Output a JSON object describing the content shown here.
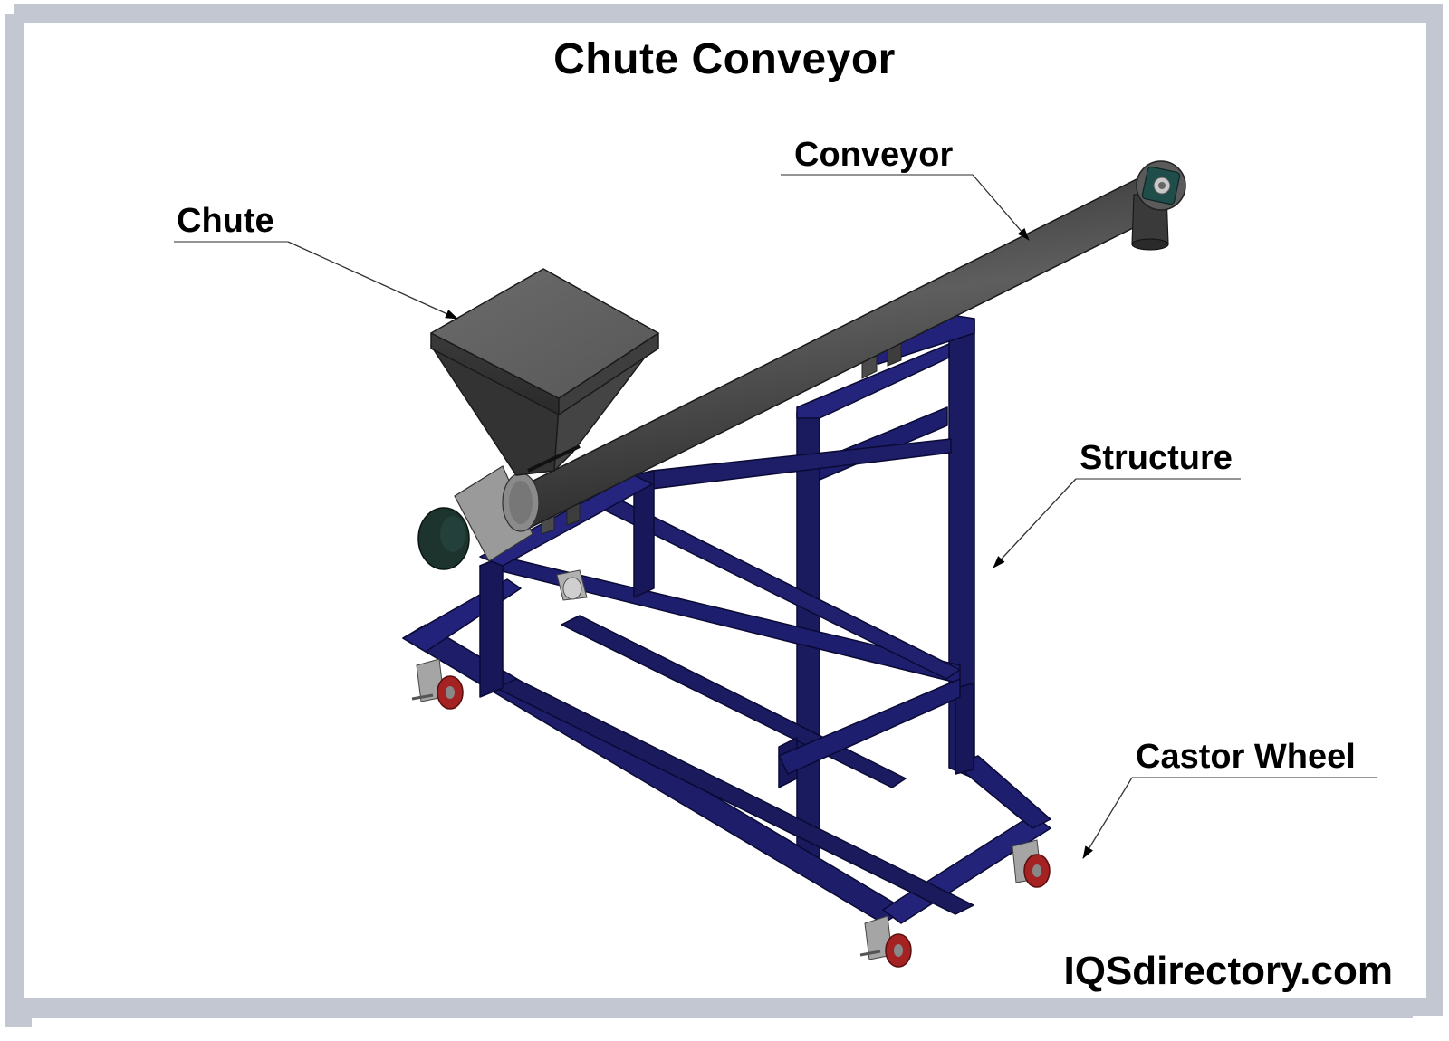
{
  "title": "Chute Conveyor",
  "labels": {
    "chute": "Chute",
    "conveyor": "Conveyor",
    "structure": "Structure",
    "castor_wheel": "Castor Wheel"
  },
  "brand": "IQSdirectory.com",
  "colors": {
    "frame": "#c3c7d2",
    "structure": "#1e1e6e",
    "structure_dark": "#0f0f45",
    "conveyor": "#4a4a4a",
    "chute": "#5a5a5a",
    "wheel": "#b32020",
    "motor": "#1d3a32"
  }
}
